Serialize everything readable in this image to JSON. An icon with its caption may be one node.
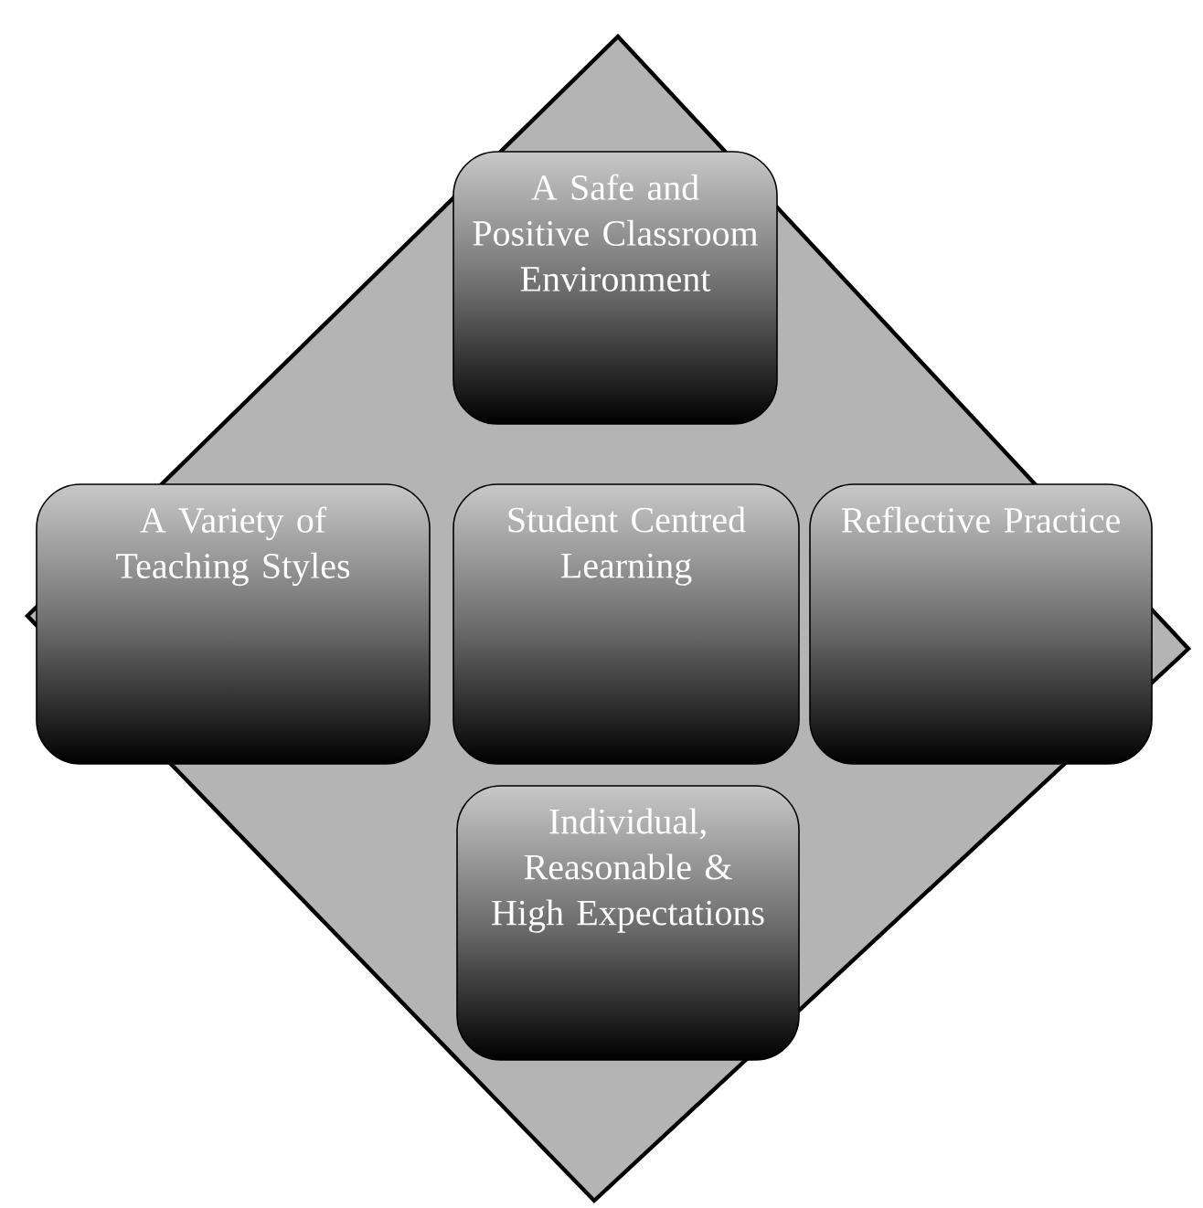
{
  "diagram": {
    "nodes": [
      {
        "text": [
          "A Safe and Positive Classroom Environment"
        ]
      },
      {
        "text": [
          "A Variety of Teaching Styles"
        ]
      },
      {
        "text": [
          "Student Centred Learning"
        ]
      },
      {
        "text": [
          "Reflective Practice"
        ]
      },
      {
        "text": [
          "Individual, Reasonable & High Expectations"
        ]
      }
    ],
    "edges": []
  }
}
